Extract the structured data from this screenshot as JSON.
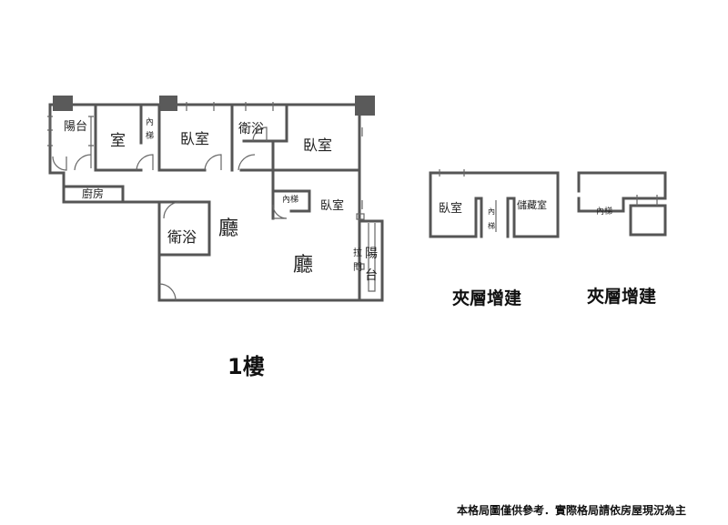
{
  "floor1": {
    "balcony_left": "陽台",
    "room_small": "室",
    "stair_a": [
      "內",
      "梯"
    ],
    "bedroom_1": "臥室",
    "bath_top": "衛浴",
    "bedroom_2": "臥室",
    "kitchen": "廚房",
    "stair_b": "內梯",
    "bedroom_3": "臥室",
    "bath_main": "衛浴",
    "hall_1": "廳",
    "hall_2": "廳",
    "sliding_door": [
      "拉",
      "門"
    ],
    "balcony_right": [
      "陽",
      "台"
    ],
    "floor_label": "1樓"
  },
  "mezz1": {
    "bedroom": "臥室",
    "stair": [
      "內",
      "梯"
    ],
    "storage": "儲藏室",
    "title": "夾層增建"
  },
  "mezz2": {
    "stair": "內梯",
    "title": "夾層增建"
  },
  "footer": {
    "disclaimer": "本格局圖僅供參考．實際格局請依房屋現況為主"
  }
}
